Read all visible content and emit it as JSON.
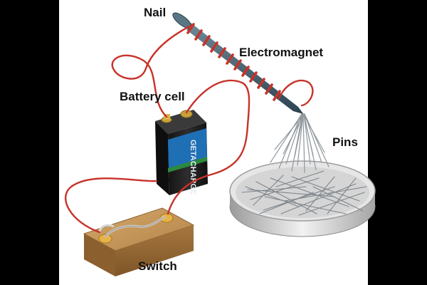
{
  "labels": {
    "nail": "Nail",
    "electromagnet": "Electromagnet",
    "battery": "Battery cell",
    "pins": "Pins",
    "switch": "Switch"
  },
  "battery_brand": "GETACHARGE",
  "colors": {
    "wire": "#c8322a",
    "battery_body": "#1c1c1c",
    "battery_band": "#1f6fb5",
    "battery_stripe": "#2b8a3e",
    "terminal": "#c9a23a",
    "wood": "#b98a4e",
    "nail": "#3d5866",
    "pins": "#8c9399",
    "dish": "#c9c9c9"
  }
}
